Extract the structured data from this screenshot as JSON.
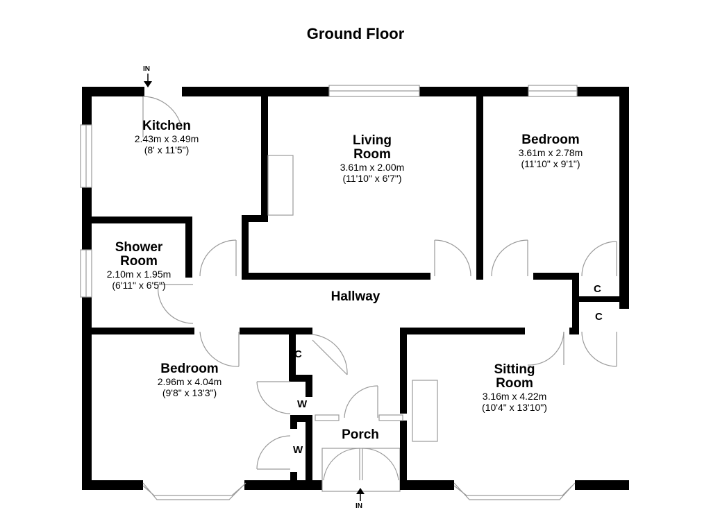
{
  "title": "Ground Floor",
  "rooms": {
    "kitchen": {
      "name": "Kitchen",
      "dim_m": "2.43m x 3.49m",
      "dim_ft": "(8' x 11'5\")"
    },
    "living": {
      "name_line1": "Living",
      "name_line2": "Room",
      "dim_m": "3.61m x 2.00m",
      "dim_ft": "(11'10\" x 6'7\")"
    },
    "bedroom1": {
      "name": "Bedroom",
      "dim_m": "3.61m x 2.78m",
      "dim_ft": "(11'10\" x 9'1\")"
    },
    "shower": {
      "name_line1": "Shower",
      "name_line2": "Room",
      "dim_m": "2.10m x 1.95m",
      "dim_ft": "(6'11\" x 6'5\")"
    },
    "hallway": {
      "name": "Hallway"
    },
    "bedroom2": {
      "name": "Bedroom",
      "dim_m": "2.96m x 4.04m",
      "dim_ft": "(9'8\" x 13'3\")"
    },
    "sitting": {
      "name_line1": "Sitting",
      "name_line2": "Room",
      "dim_m": "3.16m x 4.22m",
      "dim_ft": "(10'4\" x 13'10\")"
    },
    "porch": {
      "name": "Porch"
    }
  },
  "cupboards": {
    "c1": "C",
    "c2": "C",
    "c3": "C",
    "w1": "W",
    "w2": "W"
  },
  "entrances": {
    "top": "IN",
    "bottom": "IN"
  },
  "colors": {
    "wall": "#000000",
    "window": "#bfbfbf",
    "door": "#9a9a9a",
    "background": "#ffffff"
  }
}
